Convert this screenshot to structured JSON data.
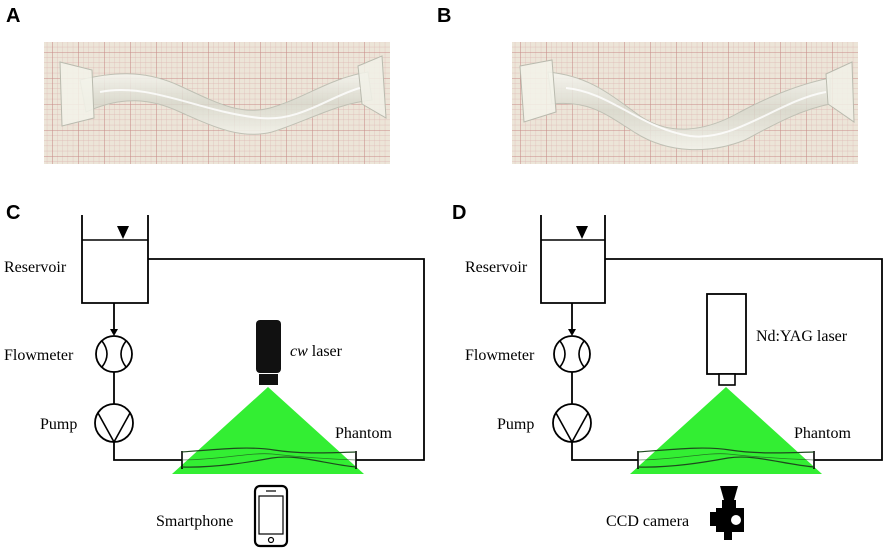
{
  "panels": {
    "a": {
      "letter": "A"
    },
    "b": {
      "letter": "B"
    },
    "c": {
      "letter": "C"
    },
    "d": {
      "letter": "D"
    }
  },
  "setup_c": {
    "reservoir": "Reservoir",
    "flowmeter": "Flowmeter",
    "pump": "Pump",
    "laser_italic": "cw",
    "laser_rest": " laser",
    "phantom": "Phantom",
    "camera": "Smartphone"
  },
  "setup_d": {
    "reservoir": "Reservoir",
    "flowmeter": "Flowmeter",
    "pump": "Pump",
    "laser": "Nd:YAG laser",
    "phantom": "Phantom",
    "camera": "CCD camera"
  },
  "colors": {
    "laser_sheet": "#33ee33",
    "grid_paper": "#ebe4d7",
    "grid_line": "#d9a1a1",
    "line": "#000000"
  }
}
